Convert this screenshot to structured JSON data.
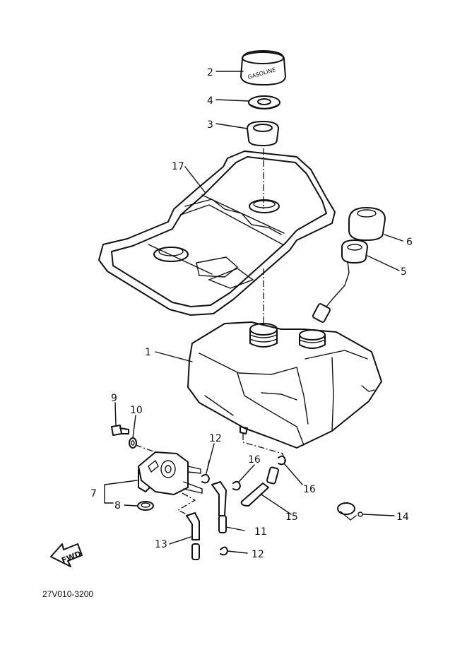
{
  "callouts": {
    "c1": "1",
    "c2": "2",
    "c3": "3",
    "c4": "4",
    "c5": "5",
    "c6": "6",
    "c7": "7",
    "c8": "8",
    "c9": "9",
    "c10": "10",
    "c11": "11",
    "c12a": "12",
    "c12b": "12",
    "c13": "13",
    "c14": "14",
    "c15": "15",
    "c16a": "16",
    "c16b": "16",
    "c17": "17"
  },
  "cap_text": "GASOLINE",
  "fwd_label": "FWD",
  "diagram_code": "27V010-3200"
}
